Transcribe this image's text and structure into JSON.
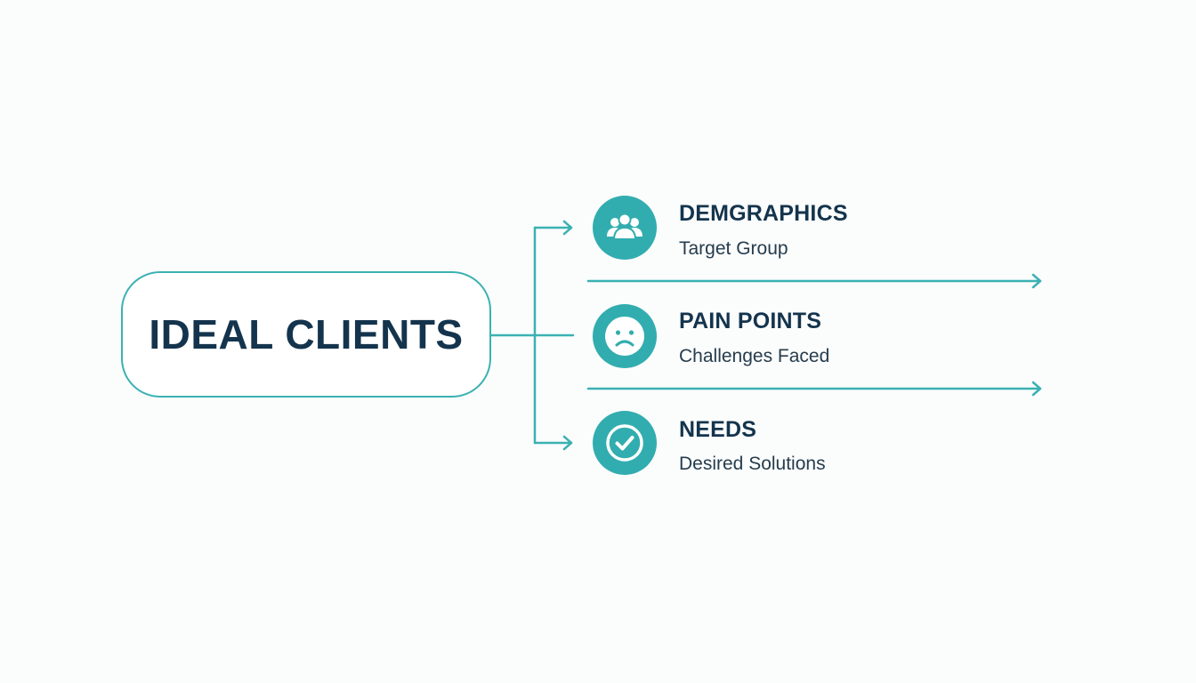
{
  "central": {
    "label": "IDEAL CLIENTS"
  },
  "branches": [
    {
      "title": "DEMGRAPHICS",
      "subtitle": "Target Group",
      "icon": "people-group-icon"
    },
    {
      "title": "PAIN POINTS",
      "subtitle": "Challenges Faced",
      "icon": "sad-face-icon"
    },
    {
      "title": "NEEDS",
      "subtitle": "Desired Solutions",
      "icon": "check-circle-icon"
    }
  ],
  "colors": {
    "accent": "#32adaf",
    "line": "#3bb1b3",
    "heading": "#14344d",
    "background": "#fbfcfc"
  }
}
